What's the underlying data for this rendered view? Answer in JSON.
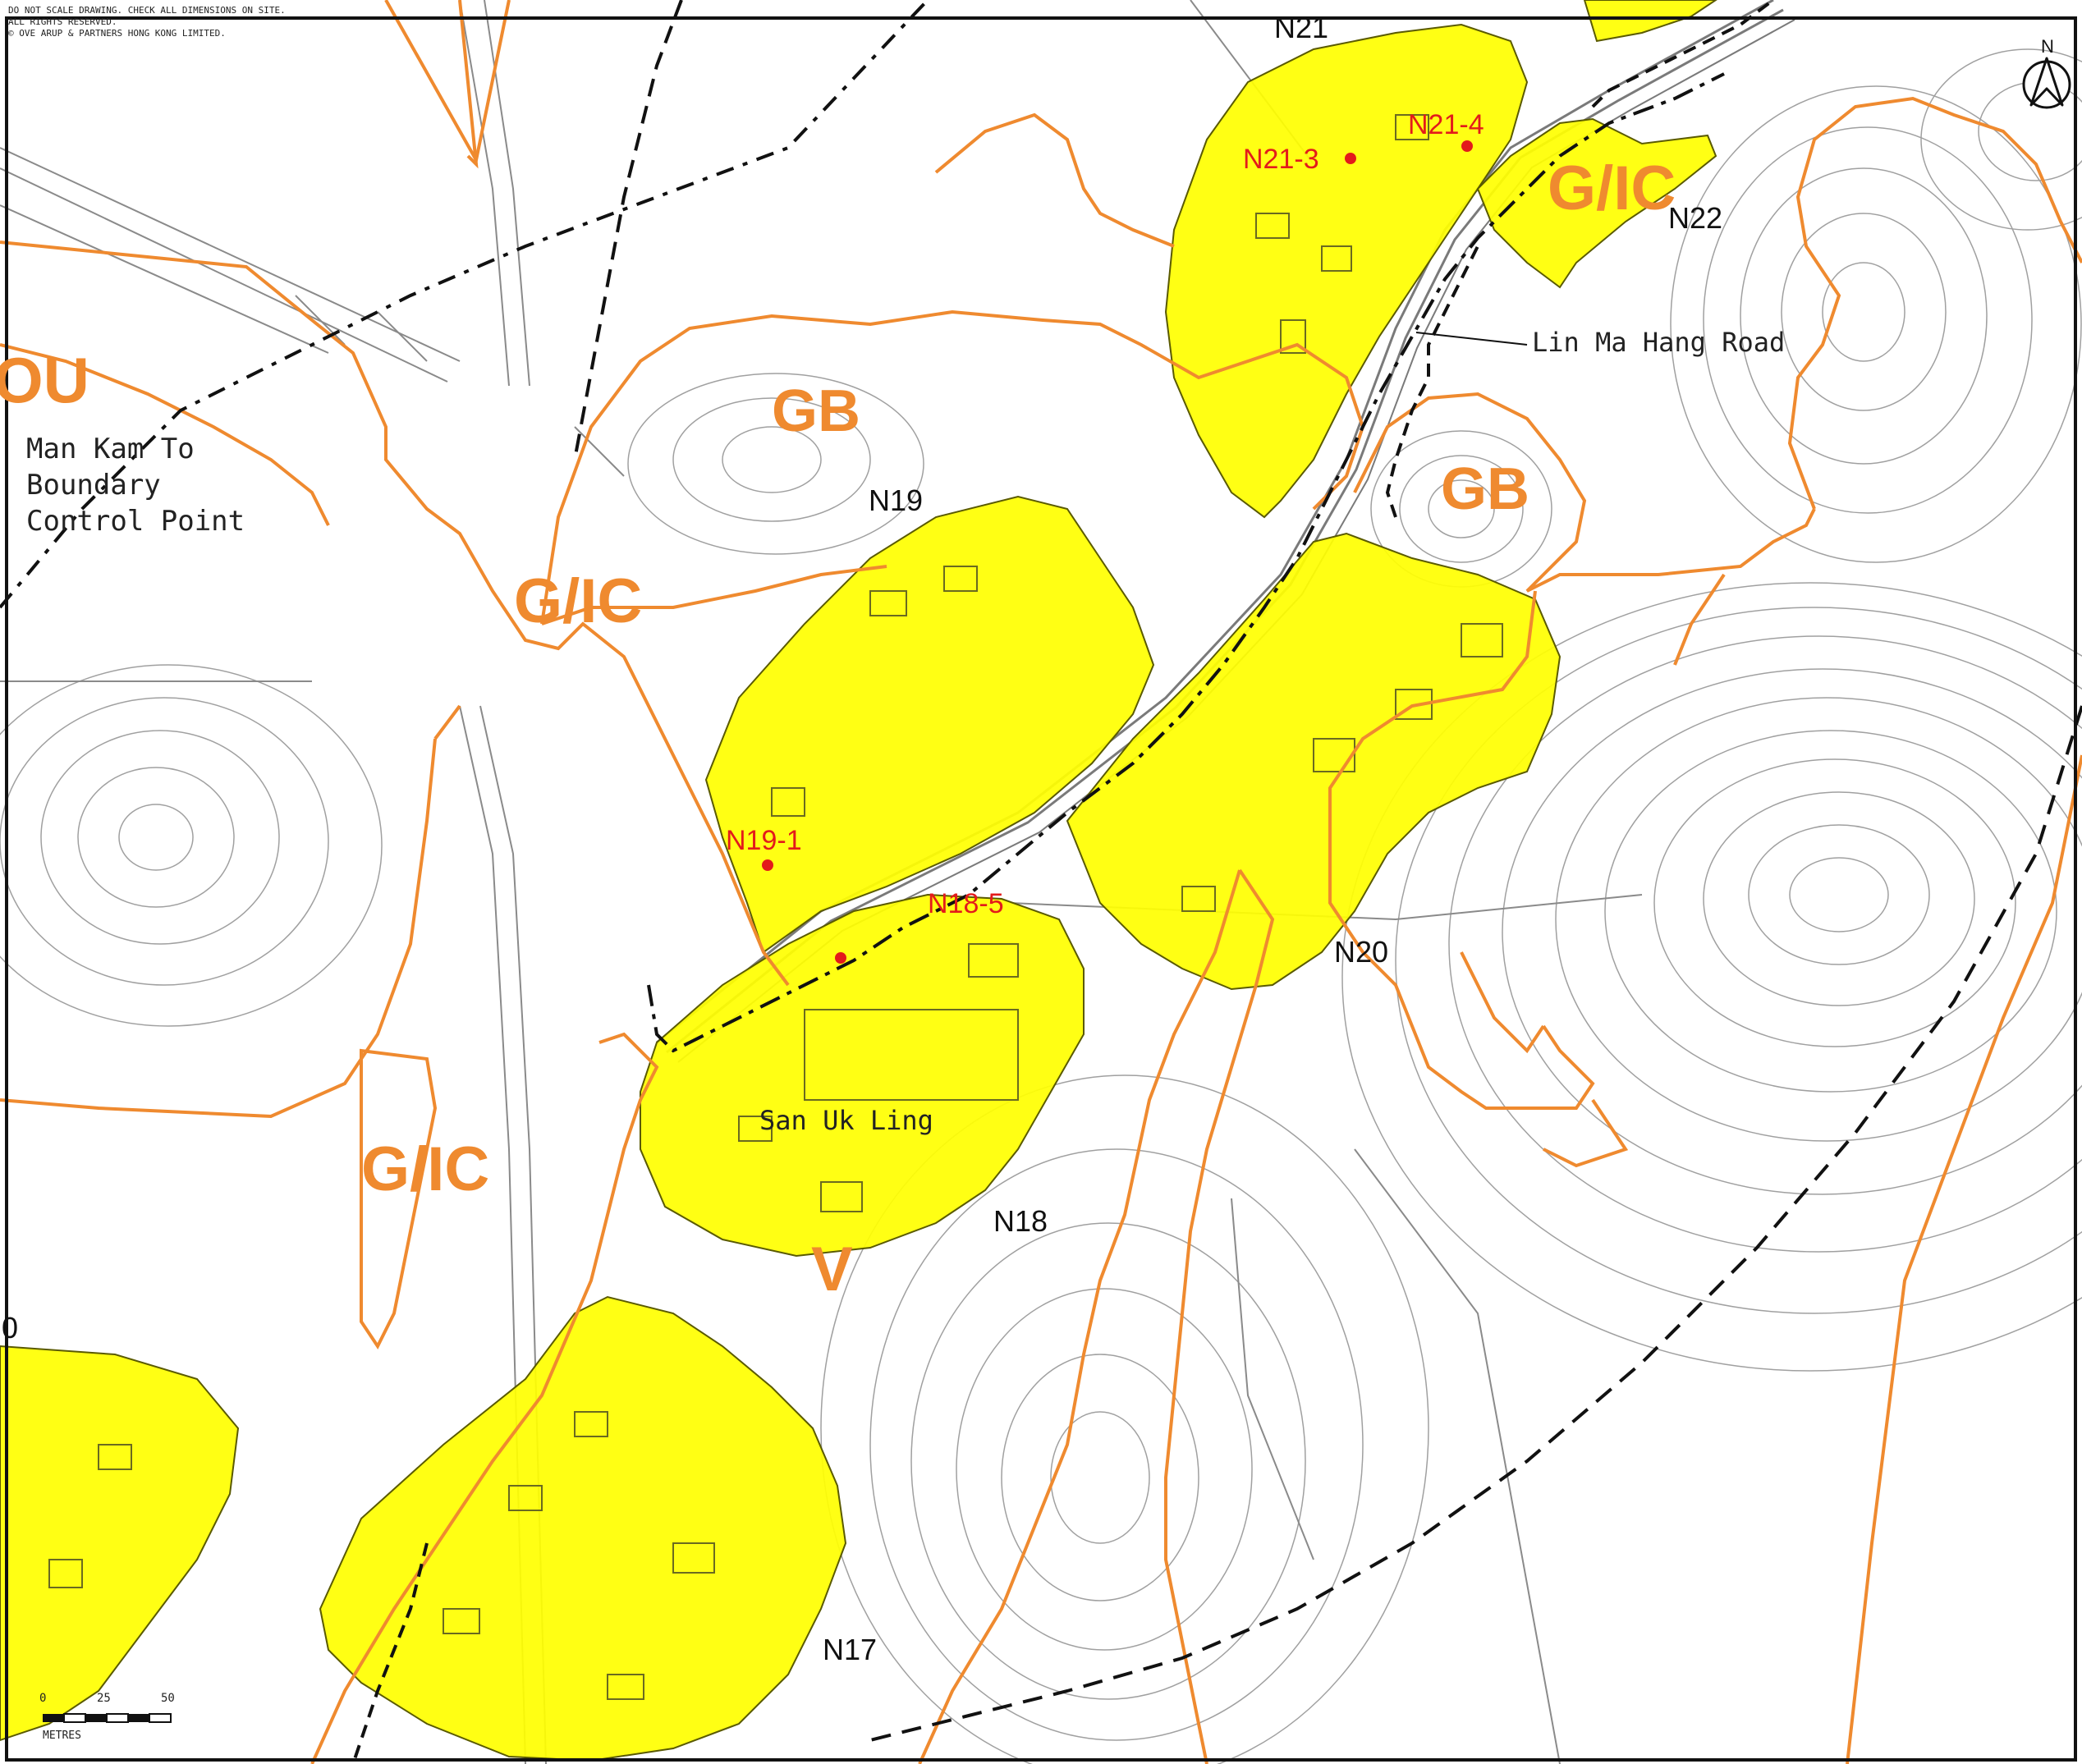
{
  "notice": {
    "line1": "DO NOT SCALE DRAWING. CHECK ALL DIMENSIONS ON SITE.",
    "line2": "ALL RIGHTS RESERVED.",
    "line3": "© OVE ARUP & PARTNERS HONG KONG LIMITED."
  },
  "zones": {
    "ou": "OU",
    "gb_west": "GB",
    "gb_east": "GB",
    "gic_west": "G/IC",
    "gic_southwest": "G/IC",
    "gic_northeast": "G/IC",
    "v": "V"
  },
  "places": {
    "boundary_line1": "Man Kam To",
    "boundary_line2": "Boundary",
    "boundary_line3": "Control Point",
    "road": "Lin Ma Hang Road",
    "village": "San Uk Ling"
  },
  "areas": {
    "n17": "N17",
    "n18": "N18",
    "n19": "N19",
    "n20": "N20",
    "n21": "N21",
    "n22": "N22",
    "edge_zero": "0"
  },
  "points": {
    "n21_3": "N21-3",
    "n21_4": "N21-4",
    "n19_1": "N19-1",
    "n18_5": "N18-5"
  },
  "north": {
    "label": "N"
  },
  "scale": {
    "t0": "0",
    "t25": "25",
    "t50": "50",
    "unit": "METRES"
  },
  "colors": {
    "highlight": "#ffff00",
    "zone_boundary": "#ef8a2f",
    "point_marker": "#e31b1b",
    "contour": "#a0a0a0"
  }
}
